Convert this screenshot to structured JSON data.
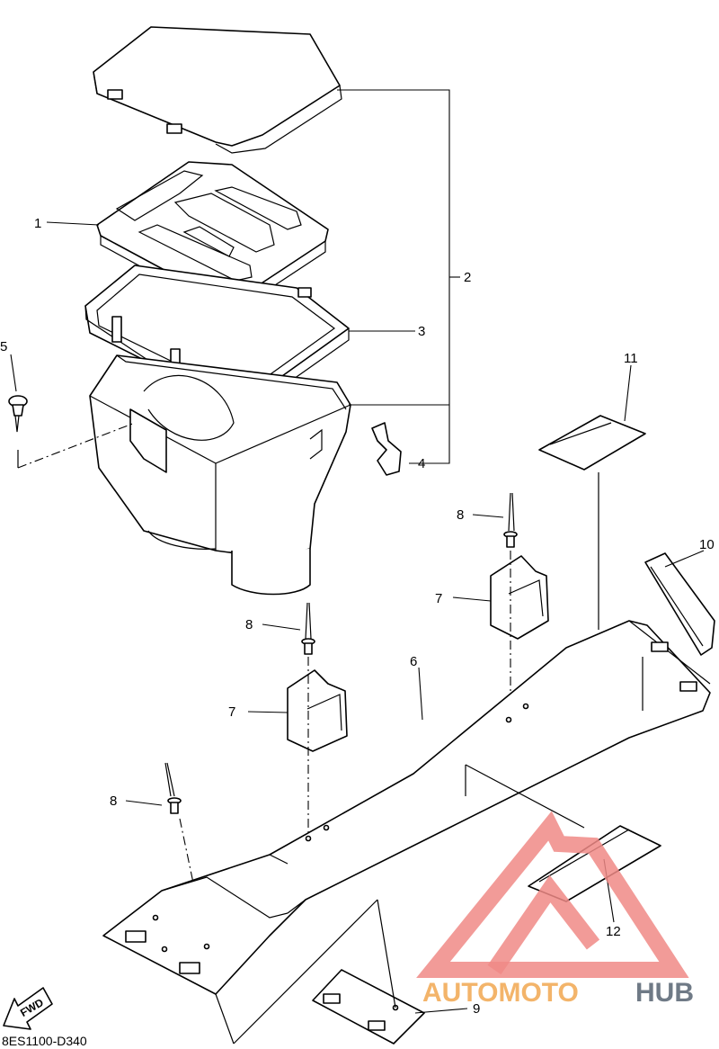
{
  "callouts": {
    "c1": "1",
    "c2": "2",
    "c3": "3",
    "c4": "4",
    "c5": "5",
    "c6": "6",
    "c7a": "7",
    "c7b": "7",
    "c8a": "8",
    "c8b": "8",
    "c8c": "8",
    "c9": "9",
    "c10": "10",
    "c11": "11",
    "c12": "12"
  },
  "fwd_label": "FWD",
  "diagram_code": "8ES1100-D340",
  "watermark": {
    "part1": "AUTOMOTO",
    "part2": "HUB"
  },
  "colors": {
    "triangle": "#f08a86",
    "auto": "#f3b46a",
    "hub": "#6f7a86"
  }
}
